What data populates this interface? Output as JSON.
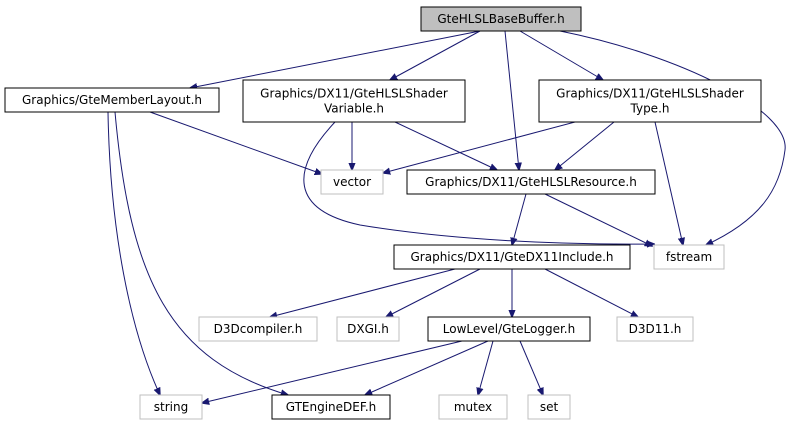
{
  "colors": {
    "edge": "#191970",
    "border_local": "#000000",
    "border_external": "#bfbfbf",
    "fill_root": "#bfbfbf",
    "fill_default": "#ffffff"
  },
  "nodes": {
    "root": {
      "lines": [
        "GteHLSLBaseBuffer.h"
      ]
    },
    "memberlayout": {
      "lines": [
        "Graphics/GteMemberLayout.h"
      ]
    },
    "shadervar": {
      "lines": [
        "Graphics/DX11/GteHLSLShader",
        "Variable.h"
      ]
    },
    "shadertype": {
      "lines": [
        "Graphics/DX11/GteHLSLShader",
        "Type.h"
      ]
    },
    "vector": {
      "lines": [
        "vector"
      ]
    },
    "resource": {
      "lines": [
        "Graphics/DX11/GteHLSLResource.h"
      ]
    },
    "fstream": {
      "lines": [
        "fstream"
      ]
    },
    "dx11include": {
      "lines": [
        "Graphics/DX11/GteDX11Include.h"
      ]
    },
    "d3dcompiler": {
      "lines": [
        "D3Dcompiler.h"
      ]
    },
    "dxgi": {
      "lines": [
        "DXGI.h"
      ]
    },
    "logger": {
      "lines": [
        "LowLevel/GteLogger.h"
      ]
    },
    "d3d11": {
      "lines": [
        "D3D11.h"
      ]
    },
    "string": {
      "lines": [
        "string"
      ]
    },
    "enginedef": {
      "lines": [
        "GTEngineDEF.h"
      ]
    },
    "mutex": {
      "lines": [
        "mutex"
      ]
    },
    "set": {
      "lines": [
        "set"
      ]
    }
  }
}
